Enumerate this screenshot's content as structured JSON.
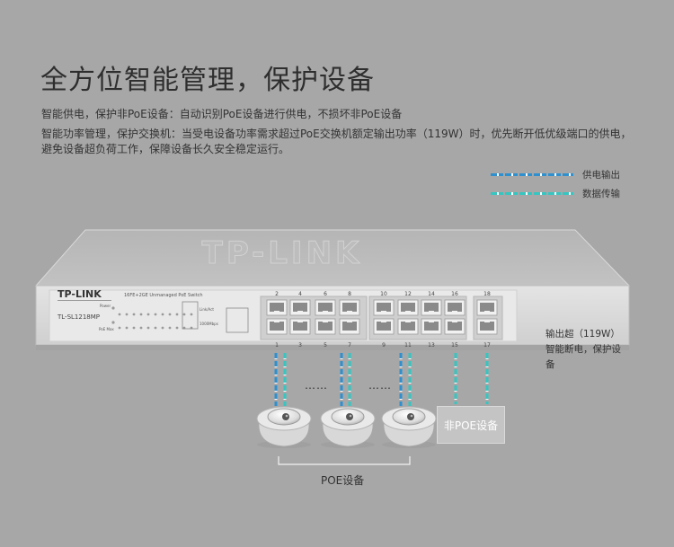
{
  "title": "全方位智能管理，保护设备",
  "paragraphs": {
    "p1": "智能供电，保护非PoE设备：自动识别PoE设备进行供电，不损坏非PoE设备",
    "p2_line1": "智能功率管理，保护交换机：当受电设备功率需求超过PoE交换机额定输出功率（119W）时，优先断开低优级端口的供电，",
    "p2_line2": "避免设备超负荷工作，保障设备长久安全稳定运行。"
  },
  "legend": {
    "power": {
      "label": "供电输出",
      "color": "#2f90d0"
    },
    "data": {
      "label": "数据传输",
      "color": "#36c6c2"
    }
  },
  "switch": {
    "watermark": "TP-LINK",
    "brand": "TP-LINK",
    "model": "TL-SL1218MP",
    "description": "16FE+2GE Unmanaged PoE Switch",
    "top_port_numbers": [
      "2",
      "4",
      "6",
      "8",
      "10",
      "12",
      "14",
      "16",
      "18"
    ],
    "bottom_port_numbers": [
      "1",
      "3",
      "5",
      "7",
      "9",
      "11",
      "13",
      "15",
      "17"
    ],
    "led_labels": {
      "power": "Power",
      "poe_max": "PoE Max",
      "link_act": "Link/Act",
      "speed": "1000Mbps"
    }
  },
  "note": "输出超（119W）智能断电，保护设备",
  "non_poe_device": "非POE设备",
  "poe_devices_label": "POE设备",
  "ellipsis": "……"
}
